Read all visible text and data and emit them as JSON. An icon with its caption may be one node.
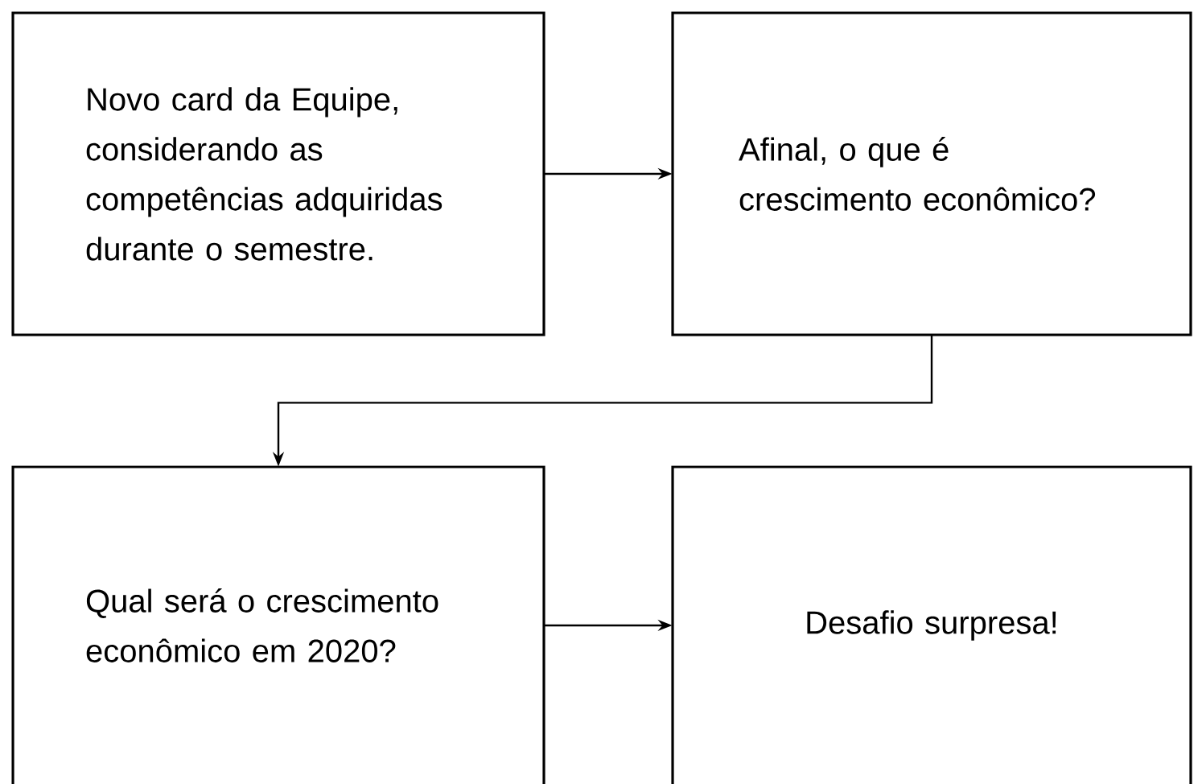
{
  "diagram": {
    "nodes": [
      {
        "text": [
          "Novo card da Equipe, considerando as competências adquiridas durante o semestre."
        ]
      },
      {
        "text": [
          "Afinal, o que é crescimento econômico?"
        ]
      },
      {
        "text": [
          "Qual será o crescimento econômico em 2020?"
        ]
      },
      {
        "text": [
          "Desafio surpresa!"
        ]
      }
    ],
    "edges": [
      {
        "from": 0,
        "to": 1,
        "arrow": "to"
      },
      {
        "from": 1,
        "to": 2,
        "arrow": "to"
      },
      {
        "from": 2,
        "to": 3,
        "arrow": "to"
      }
    ]
  }
}
